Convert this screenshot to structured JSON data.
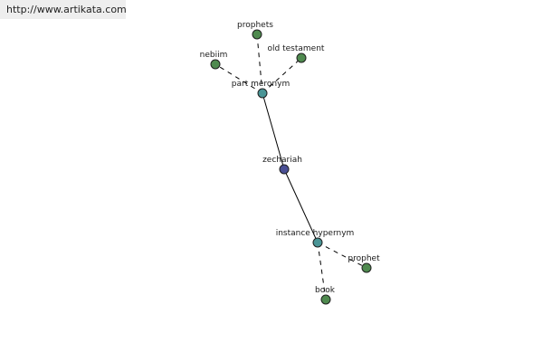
{
  "watermark": "http://www.artikata.com",
  "colors": {
    "leaf": "#4f8a4f",
    "relation": "#4a9596",
    "center": "#4a4f94"
  },
  "graph": {
    "nodes": [
      {
        "id": "prophets",
        "label": "prophets",
        "kind": "leaf"
      },
      {
        "id": "old-testament",
        "label": "old testament",
        "kind": "leaf"
      },
      {
        "id": "nebiim",
        "label": "nebiim",
        "kind": "leaf"
      },
      {
        "id": "part-meronym",
        "label": "part meronym",
        "kind": "relation"
      },
      {
        "id": "zechariah",
        "label": "zechariah",
        "kind": "center"
      },
      {
        "id": "instance-hypernym",
        "label": "instance hypernym",
        "kind": "relation"
      },
      {
        "id": "prophet",
        "label": "prophet",
        "kind": "leaf"
      },
      {
        "id": "book",
        "label": "book",
        "kind": "leaf"
      }
    ],
    "edges": [
      {
        "from": "zechariah",
        "to": "part-meronym",
        "style": "solid"
      },
      {
        "from": "zechariah",
        "to": "instance-hypernym",
        "style": "solid"
      },
      {
        "from": "part-meronym",
        "to": "prophets",
        "style": "dashed"
      },
      {
        "from": "part-meronym",
        "to": "old-testament",
        "style": "dashed"
      },
      {
        "from": "part-meronym",
        "to": "nebiim",
        "style": "dashed"
      },
      {
        "from": "instance-hypernym",
        "to": "prophet",
        "style": "dashed"
      },
      {
        "from": "instance-hypernym",
        "to": "book",
        "style": "dashed"
      }
    ]
  }
}
